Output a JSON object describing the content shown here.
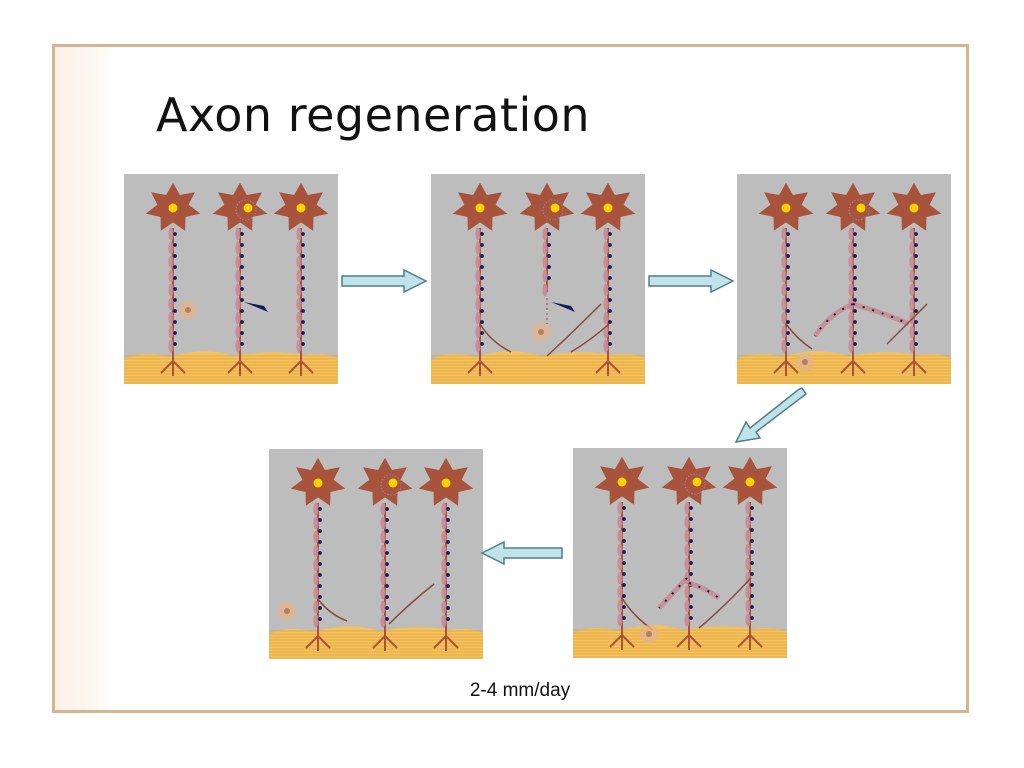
{
  "slide": {
    "title": "Axon regeneration",
    "caption": "2-4 mm/day"
  },
  "diagram": {
    "panels": [
      {
        "stage": 1
      },
      {
        "stage": 2
      },
      {
        "stage": 3
      },
      {
        "stage": 4
      },
      {
        "stage": 5
      }
    ],
    "colors": {
      "panel_bg": "#bdbdbd",
      "neuron": "#a8533b",
      "nucleus": "#ffd200",
      "myelin": "#c98a94",
      "muscle": "#f2b344",
      "arrow_fill": "#bfe3e8",
      "arrow_stroke": "#4f7f88",
      "frame": "#d5b58d"
    }
  }
}
